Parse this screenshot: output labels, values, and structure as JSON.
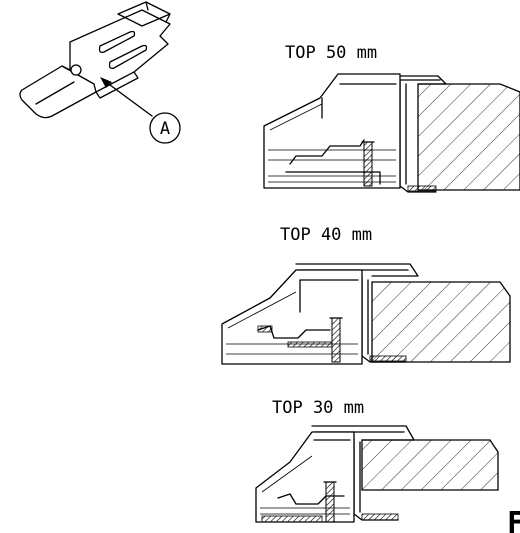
{
  "callout": {
    "label": "A"
  },
  "sections": [
    {
      "label": "TOP 50 mm"
    },
    {
      "label": "TOP 40 mm"
    },
    {
      "label": "TOP 30 mm"
    }
  ],
  "corner_mark": {
    "text": "F"
  }
}
